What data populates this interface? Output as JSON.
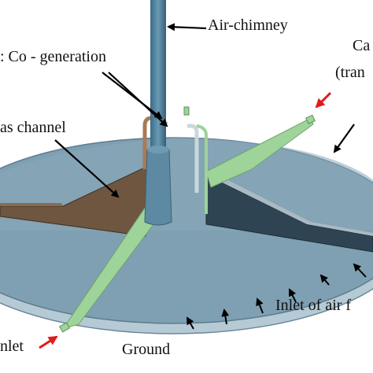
{
  "labels": {
    "air_chimney": "Air-chimney",
    "co_generation": ": Co - generation",
    "gas_channel": "as channel",
    "collector_top": "Ca",
    "collector_sub": "(tran",
    "inlet_air": "Inlet of air f",
    "ground": "Ground",
    "inlet_left": "nlet"
  },
  "colors": {
    "collector_fill": "#7b9cb0",
    "ground_rim": "#b3c8d3",
    "chimney": "#4d7f99",
    "green_channel": "#9ed39a",
    "brown_channel": "#6e5640",
    "dark_channel": "#2f4452",
    "arrow_black": "#000000",
    "arrow_red": "#e01b1b"
  }
}
